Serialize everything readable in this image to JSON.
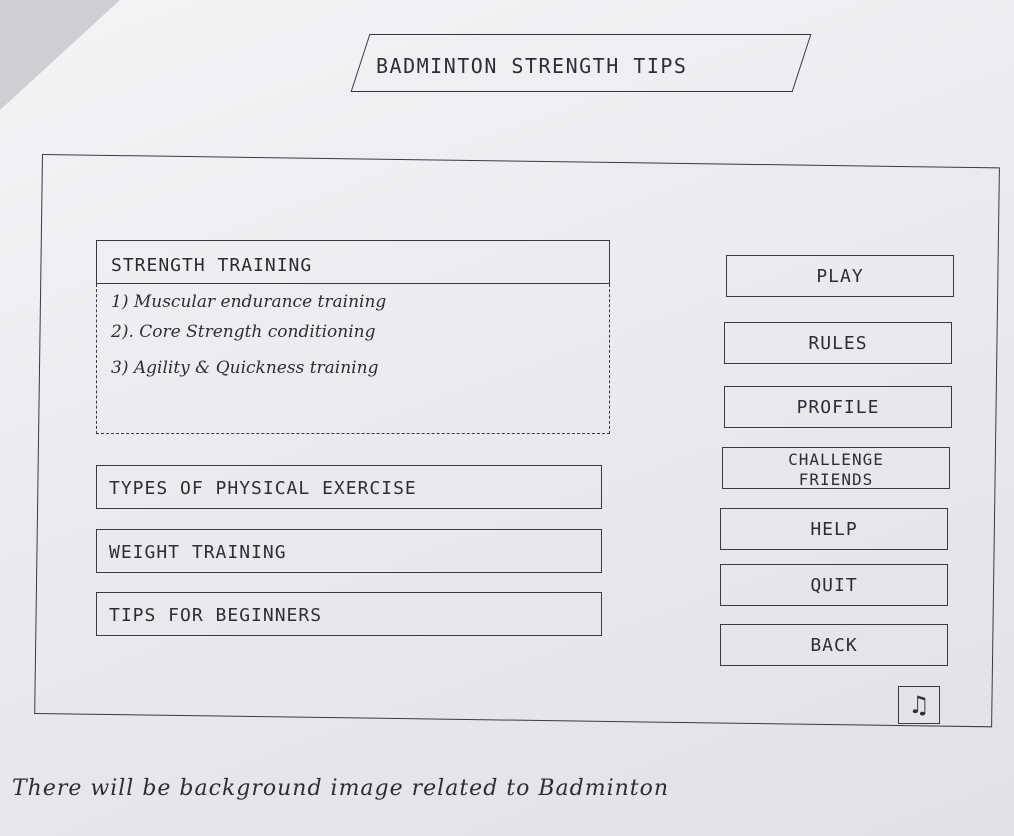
{
  "title": "BADMINTON STRENGTH TIPS",
  "strength_training": {
    "header": "STRENGTH TRAINING",
    "items": [
      "1) Muscular endurance training",
      "2). Core Strength conditioning",
      "3) Agility & Quickness training"
    ]
  },
  "topics": [
    {
      "label": "TYPES OF PHYSICAL EXERCISE"
    },
    {
      "label": "WEIGHT TRAINING"
    },
    {
      "label": "TIPS FOR BEGINNERS"
    }
  ],
  "menu": {
    "play": "PLAY",
    "rules": "RULES",
    "profile": "PROFILE",
    "challenge_line1": "CHALLENGE",
    "challenge_line2": "FRIENDS",
    "help": "HELP",
    "quit": "QUIT",
    "back": "BACK"
  },
  "music_icon": "music-note-icon",
  "note": "There will be background image related to Badminton"
}
